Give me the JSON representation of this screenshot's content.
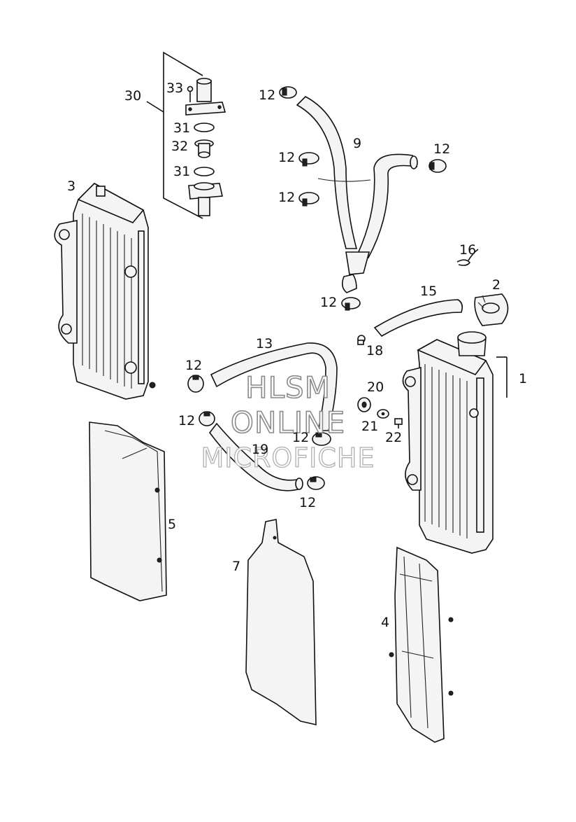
{
  "watermark": {
    "line1": "HLSM",
    "line2": "ONLINE",
    "line3": "MICROFICHE"
  },
  "callouts": {
    "c30": "30",
    "c33": "33",
    "c31a": "31",
    "c32": "32",
    "c31b": "31",
    "c3": "3",
    "c12_top": "12",
    "c9": "9",
    "c12_mid": "12",
    "c12_right": "12",
    "c12_low": "12",
    "c16": "16",
    "c2": "2",
    "c15": "15",
    "c12_y": "12",
    "c13": "13",
    "c18": "18",
    "c1": "1",
    "c12_a": "12",
    "c20": "20",
    "c12_b": "12",
    "c21": "21",
    "c22": "22",
    "c12_c": "12",
    "c19": "19",
    "c12_d": "12",
    "c5": "5",
    "c7": "7",
    "c4": "4"
  }
}
